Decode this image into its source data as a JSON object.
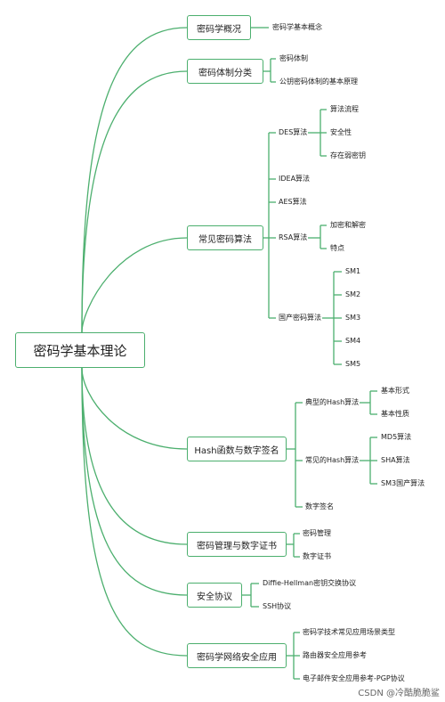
{
  "root": {
    "label": "密码学基本理论"
  },
  "branches": [
    {
      "id": "b1",
      "label": "密码学概况"
    },
    {
      "id": "b2",
      "label": "密码体制分类"
    },
    {
      "id": "b3",
      "label": "常见密码算法"
    },
    {
      "id": "b4",
      "label": "Hash函数与数字签名"
    },
    {
      "id": "b5",
      "label": "密码管理与数字证书"
    },
    {
      "id": "b6",
      "label": "安全协议"
    },
    {
      "id": "b7",
      "label": "密码学网络安全应用"
    }
  ],
  "leaves": [
    {
      "id": "l1",
      "label": "密码学基本概念"
    },
    {
      "id": "l2",
      "label": "密码体制"
    },
    {
      "id": "l3",
      "label": "公钥密码体制的基本原理"
    },
    {
      "id": "l4",
      "label": "DES算法"
    },
    {
      "id": "l5",
      "label": "算法流程"
    },
    {
      "id": "l6",
      "label": "安全性"
    },
    {
      "id": "l7",
      "label": "存在弱密钥"
    },
    {
      "id": "l8",
      "label": "IDEA算法"
    },
    {
      "id": "l9",
      "label": "AES算法"
    },
    {
      "id": "l10",
      "label": "RSA算法"
    },
    {
      "id": "l11",
      "label": "加密和解密"
    },
    {
      "id": "l12",
      "label": "特点"
    },
    {
      "id": "l13",
      "label": "国产密码算法"
    },
    {
      "id": "l14",
      "label": "SM1"
    },
    {
      "id": "l15",
      "label": "SM2"
    },
    {
      "id": "l16",
      "label": "SM3"
    },
    {
      "id": "l17",
      "label": "SM4"
    },
    {
      "id": "l18",
      "label": "SM5"
    },
    {
      "id": "l19",
      "label": "典型的Hash算法"
    },
    {
      "id": "l20",
      "label": "基本形式"
    },
    {
      "id": "l21",
      "label": "基本性质"
    },
    {
      "id": "l22",
      "label": "常见的Hash算法"
    },
    {
      "id": "l23",
      "label": "MD5算法"
    },
    {
      "id": "l24",
      "label": "SHA算法"
    },
    {
      "id": "l25",
      "label": "SM3国产算法"
    },
    {
      "id": "l26",
      "label": "数字签名"
    },
    {
      "id": "l27",
      "label": "密码管理"
    },
    {
      "id": "l28",
      "label": "数字证书"
    },
    {
      "id": "l29",
      "label": "Diffie-Hellman密钥交换协议"
    },
    {
      "id": "l30",
      "label": "SSH协议"
    },
    {
      "id": "l31",
      "label": "密码学技术常见应用场景类型"
    },
    {
      "id": "l32",
      "label": "路由器安全应用参考"
    },
    {
      "id": "l33",
      "label": "电子邮件安全应用参考-PGP协议"
    }
  ],
  "watermark": "CSDN @冷酷脆脆鲨",
  "colors": {
    "line": "#4caf6e",
    "text": "#222222"
  }
}
